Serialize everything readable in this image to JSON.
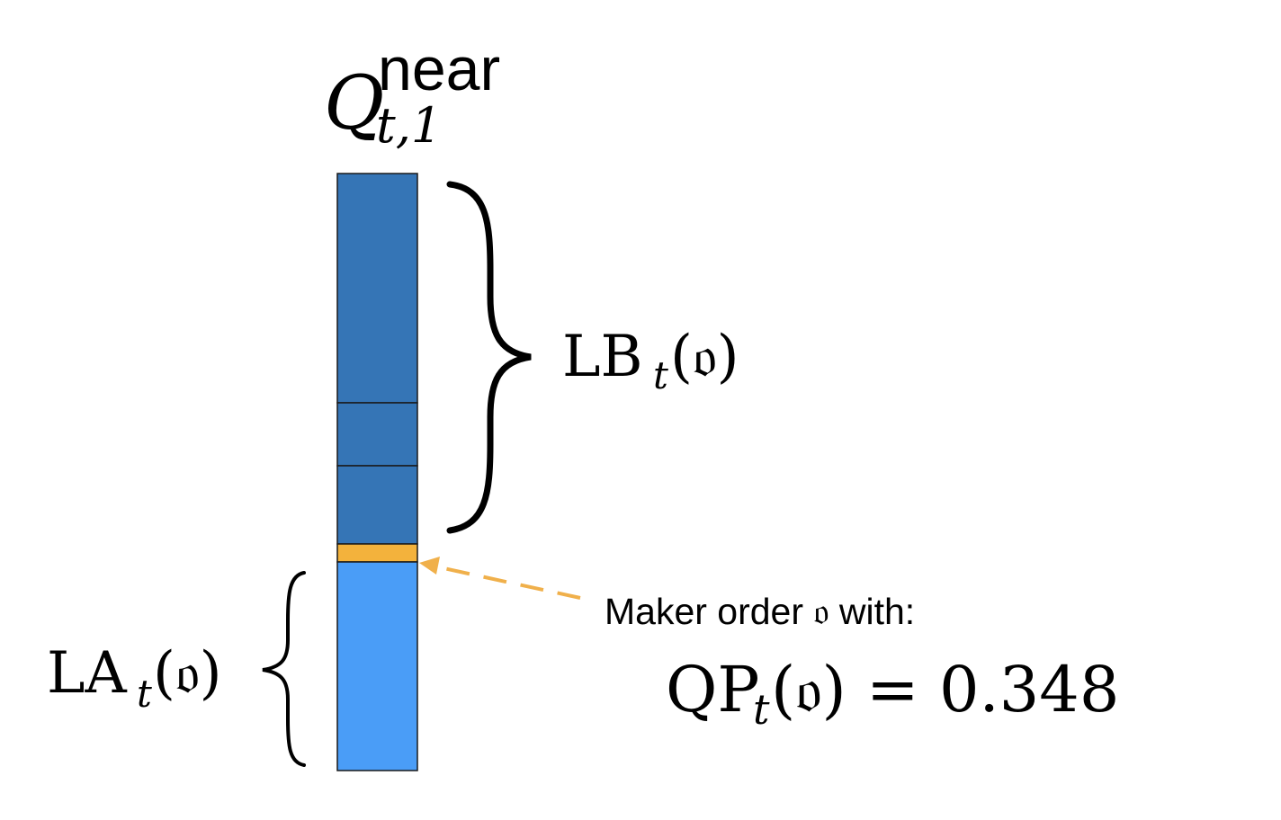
{
  "queue_label": {
    "symbol": "Q",
    "superscript": "near",
    "subscript": "t,1"
  },
  "queue": {
    "segments": [
      {
        "name": "upper-block",
        "color": "#3575B6"
      },
      {
        "name": "middle-block",
        "color": "#3575B6"
      },
      {
        "name": "lower-block",
        "color": "#3575B6"
      },
      {
        "name": "maker-order",
        "color": "#F3B23C"
      },
      {
        "name": "ahead-block",
        "color": "#4A9DF7"
      }
    ],
    "border_color": "#1a1a1a"
  },
  "lb_label": {
    "main": "LB",
    "subscript": "t",
    "arg": "(𝔬)"
  },
  "la_label": {
    "main": "LA",
    "subscript": "t",
    "arg": "(𝔬)"
  },
  "annotation": {
    "caption": "Maker order 𝔬 with:",
    "qp_main": "QP",
    "qp_subscript": "t",
    "qp_arg": "(𝔬) = 0.348",
    "arrow_color": "#F0B04B"
  }
}
